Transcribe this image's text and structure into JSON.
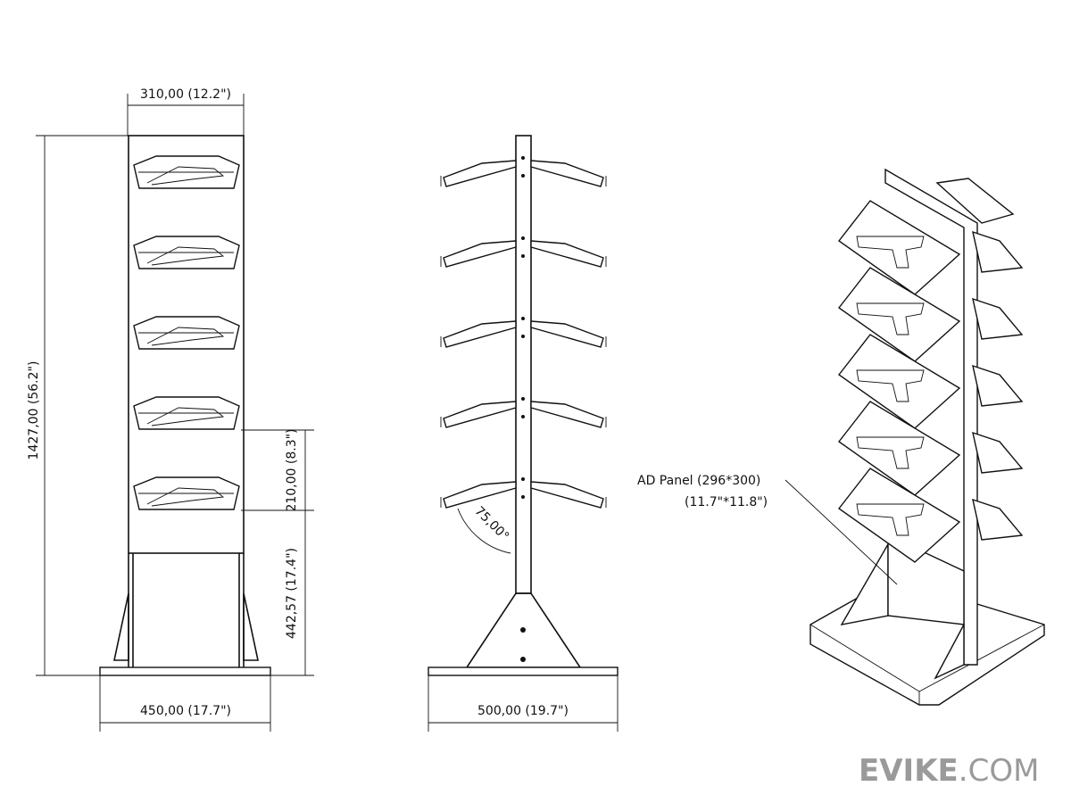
{
  "front_view": {
    "width_label": "310,00  (12.2\")",
    "height_label": "1427,00  (56.2\")",
    "shelf_gap_label": "210,00  (8.3\")",
    "lower_label": "442,57  (17.4\")",
    "base_label": "450,00  (17.7\")"
  },
  "side_view": {
    "base_label": "500,00  (19.7\")",
    "angle_label": "75,00°"
  },
  "iso_view": {
    "panel_label": "AD Panel  (296*300)",
    "panel_label_inch": "(11.7\"*11.8\")"
  },
  "watermark": {
    "bold": "EVIKE",
    "light": ".COM"
  },
  "shelf_count": 5
}
